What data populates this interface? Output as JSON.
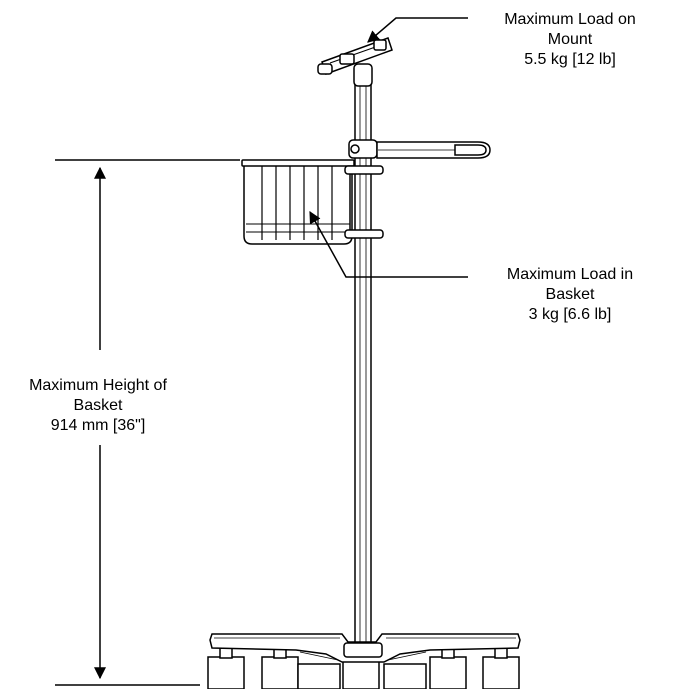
{
  "annotations": {
    "mount_load": {
      "line1": "Maximum Load on",
      "line2": "Mount",
      "value": "5.5 kg [12 lb]"
    },
    "basket_load": {
      "line1": "Maximum Load in",
      "line2": "Basket",
      "value": "3 kg [6.6 lb]"
    },
    "basket_height": {
      "line1": "Maximum Height of",
      "line2": "Basket",
      "value": "914 mm [36\"]"
    }
  }
}
